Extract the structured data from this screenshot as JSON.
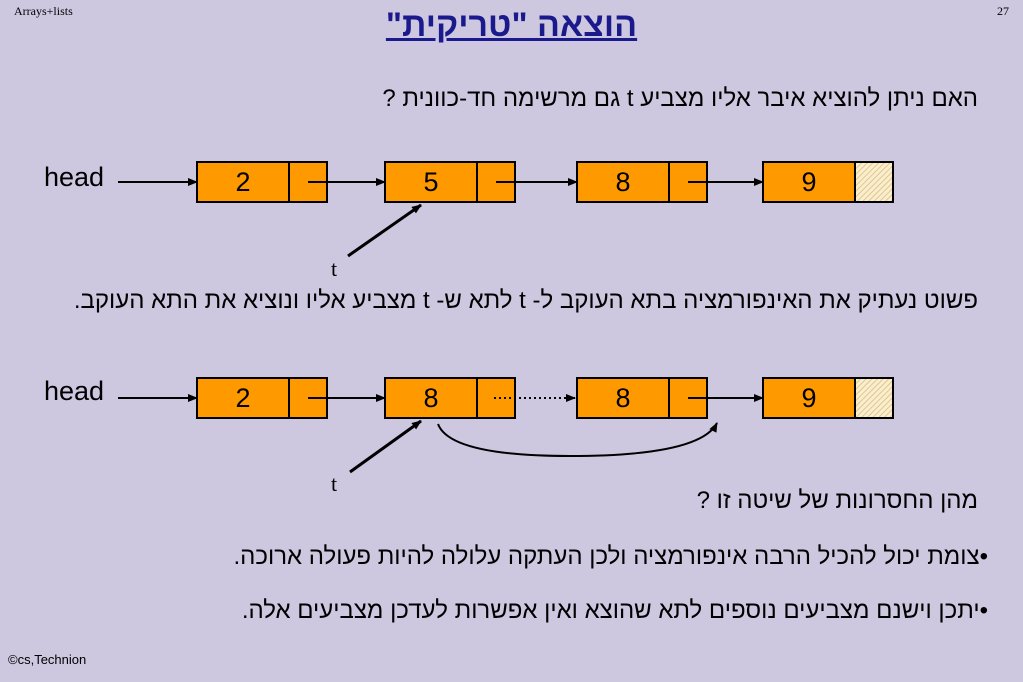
{
  "header": {
    "left_label": "Arrays+lists",
    "slide_number": "27"
  },
  "title": "הוצאה \"טריקית\"",
  "question_1": "האם ניתן להוציא איבר אליו מצביע t גם מרשימה חד-כוונית ?",
  "diagram_1": {
    "head_label": "head",
    "pointer_label": "t",
    "nodes": [
      "2",
      "5",
      "8",
      "9"
    ]
  },
  "paragraph_2": "פשוט נעתיק את האינפורמציה בתא העוקב ל- t לתא ש- t מצביע אליו ונוציא את התא העוקב.",
  "diagram_2": {
    "head_label": "head",
    "pointer_label": "t",
    "nodes": [
      "2",
      "8",
      "8",
      "9"
    ]
  },
  "question_3": "מהן החסרונות של שיטה זו ?",
  "bullets": [
    "•צומת יכול להכיל הרבה אינפורמציה ולכן העתקה עלולה להיות פעולה ארוכה.",
    "•יתכן וישנם מצביעים נוספים לתא שהוצא ואין אפשרות לעדכן מצביעים אלה."
  ],
  "footer": "©cs,Technion",
  "colors": {
    "node_fill": "#ff9900",
    "title": "#1a1a8c",
    "background": "#cdc7e0"
  }
}
